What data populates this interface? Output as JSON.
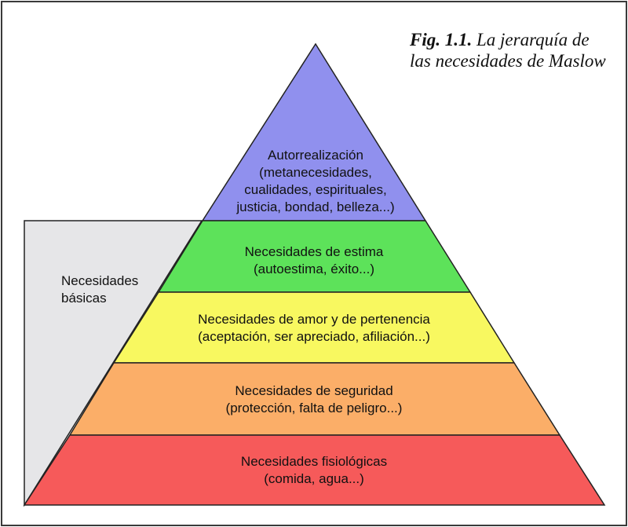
{
  "figure": {
    "caption_number": "Fig. 1.1.",
    "caption_text": "La jerarquía de las necesidades de Maslow"
  },
  "side_label": {
    "line1": "Necesidades",
    "line2": "básicas"
  },
  "levels": [
    {
      "id": "autorrealizacion",
      "color": "#9090ee",
      "lines": [
        "Autorrealización",
        "(metanecesidades,",
        "cualidades, espirituales,",
        "justicia, bondad, belleza...)"
      ]
    },
    {
      "id": "estima",
      "color": "#5de25a",
      "lines": [
        "Necesidades de estima",
        "(autoestima, éxito...)"
      ]
    },
    {
      "id": "amor",
      "color": "#f8f860",
      "lines": [
        "Necesidades de amor y de pertenencia",
        "(aceptación, ser apreciado, afiliación...)"
      ]
    },
    {
      "id": "seguridad",
      "color": "#fbae68",
      "lines": [
        "Necesidades de seguridad",
        "(protección, falta de peligro...)"
      ]
    },
    {
      "id": "fisiologicas",
      "color": "#f65a5a",
      "lines": [
        "Necesidades fisiológicas",
        "(comida, agua...)"
      ]
    }
  ],
  "colors": {
    "basic_panel": "#e6e6e8",
    "outline": "#222222"
  }
}
